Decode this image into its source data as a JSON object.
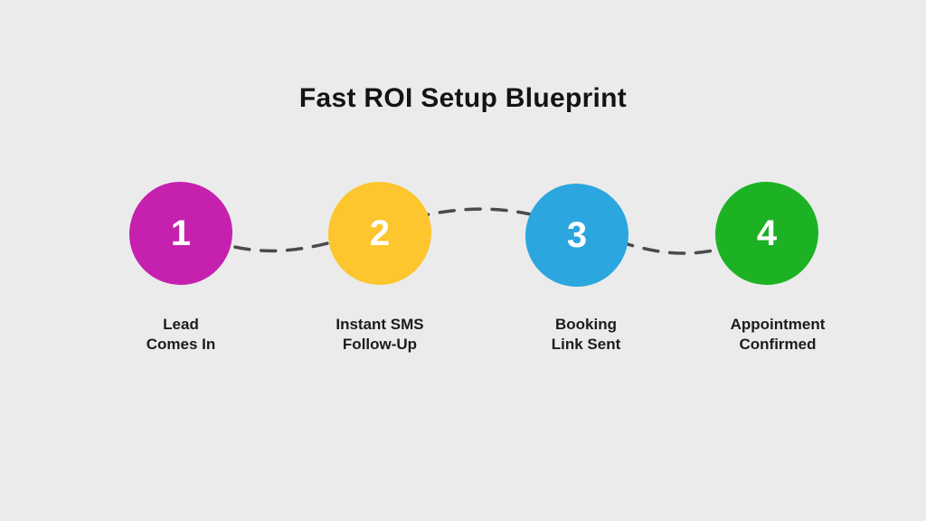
{
  "title": "Fast ROI Setup Blueprint",
  "diagram": {
    "type": "process-flow",
    "connector_color": "#4a4a4a",
    "background_color": "#ebebeb",
    "steps": [
      {
        "number": "1",
        "label": "Lead\nComes In",
        "color": "#c521ae"
      },
      {
        "number": "2",
        "label": "Instant SMS\nFollow-Up",
        "color": "#fdc62e"
      },
      {
        "number": "3",
        "label": "Booking\nLink Sent",
        "color": "#2ba6df"
      },
      {
        "number": "4",
        "label": "Appointment\nConfirmed",
        "color": "#1cb224"
      }
    ]
  }
}
